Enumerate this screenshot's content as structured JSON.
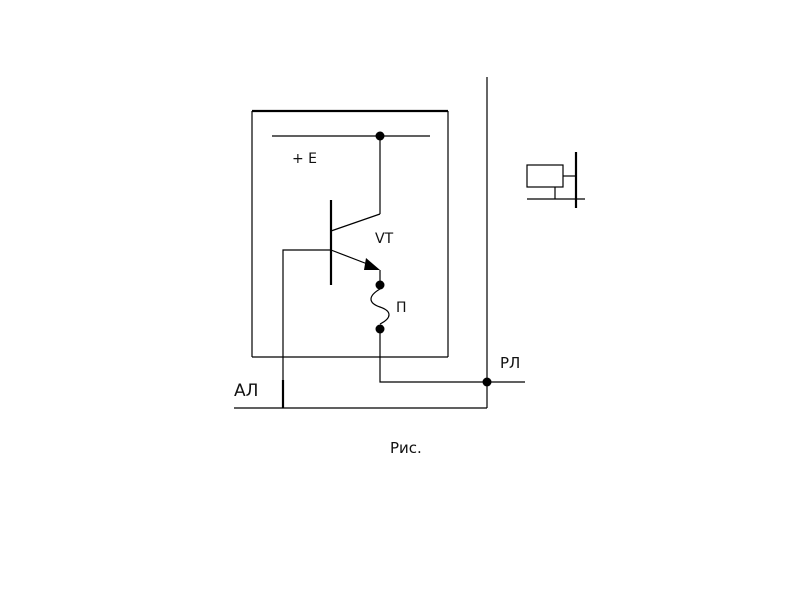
{
  "diagram": {
    "labels": {
      "supply": "+ E",
      "transistor": "VT",
      "fuse": "П",
      "relay_line": "РЛ",
      "alarm_line": "АЛ",
      "caption": "Рис."
    },
    "colors": {
      "ink": "#000000",
      "background": "#ffffff"
    }
  }
}
